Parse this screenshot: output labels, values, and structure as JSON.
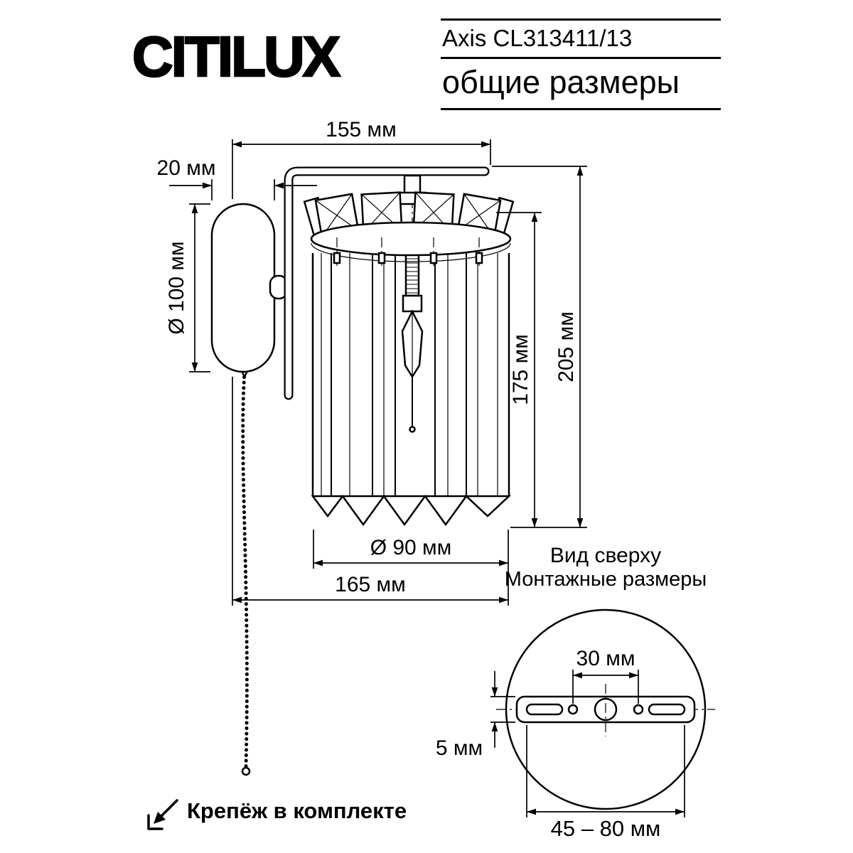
{
  "header": {
    "brand": "CITILUX",
    "model": "Axis CL313411/13",
    "subtitle": "общие размеры"
  },
  "main_view": {
    "dim_arm_length": "155 мм",
    "dim_plate_depth": "20 мм",
    "dim_plate_diameter": "Ø 100 мм",
    "dim_shade_height": "175 мм",
    "dim_total_height": "205 мм",
    "dim_shade_diameter": "Ø 90 мм",
    "dim_total_depth": "165 мм"
  },
  "top_view": {
    "title": "Вид сверху",
    "subtitle": "Монтажные размеры",
    "dim_hole_spacing": "30 мм",
    "dim_plate_thickness": "5 мм",
    "dim_slot_range": "45 – 80 мм"
  },
  "footer": {
    "note": "Крепёж в комплекте"
  },
  "colors": {
    "line": "#000000",
    "background": "#ffffff"
  }
}
